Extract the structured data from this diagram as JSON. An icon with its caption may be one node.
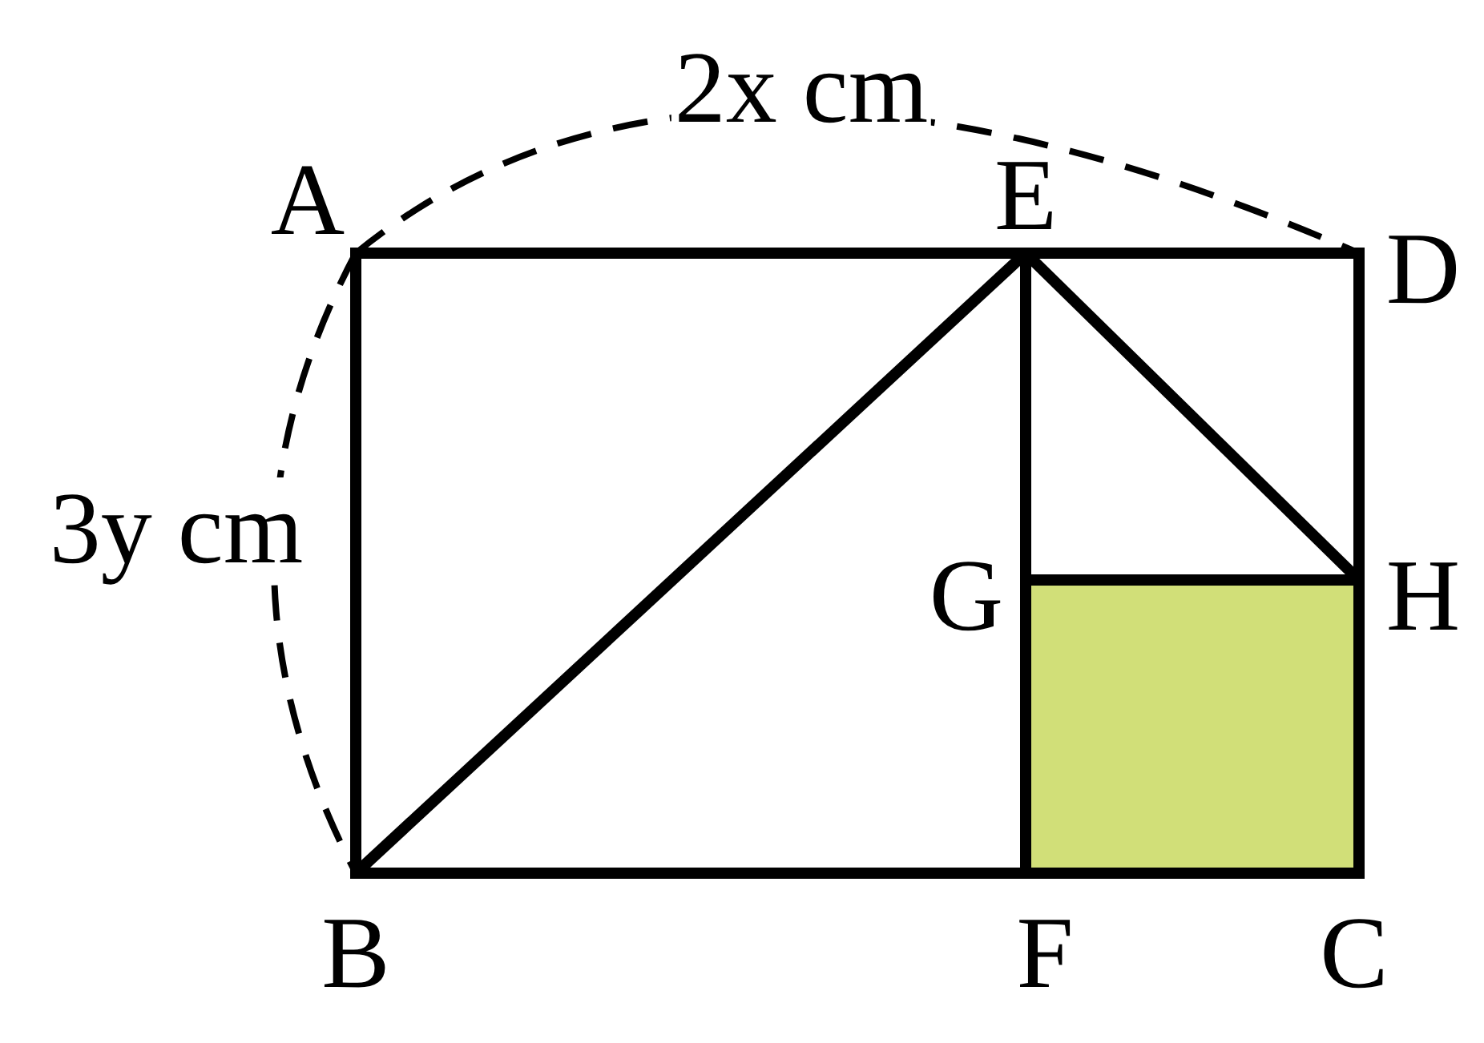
{
  "diagram": {
    "labels": [
      "2x cm",
      "A",
      "E",
      "D",
      "3y cm",
      "G",
      "H",
      "B",
      "F",
      "C"
    ]
  }
}
